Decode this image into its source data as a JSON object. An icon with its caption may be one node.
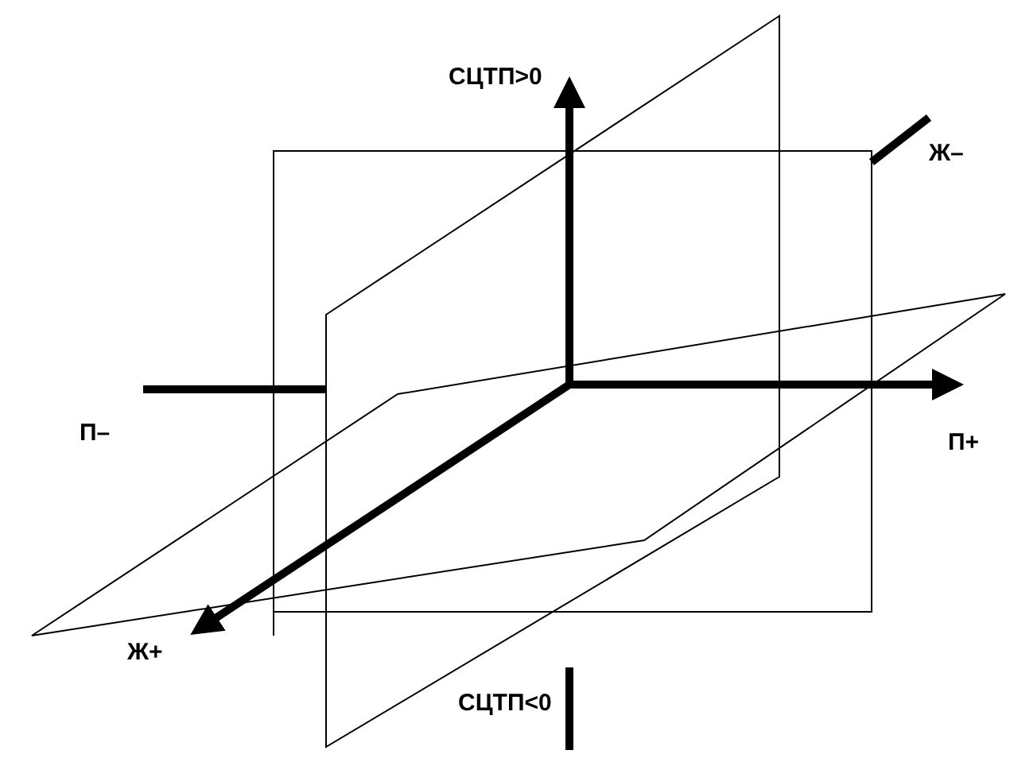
{
  "diagram": {
    "labels": [
      "СЦТП>0",
      "Ж–",
      "П–",
      "П+",
      "Ж+",
      "СЦТП<0"
    ]
  }
}
